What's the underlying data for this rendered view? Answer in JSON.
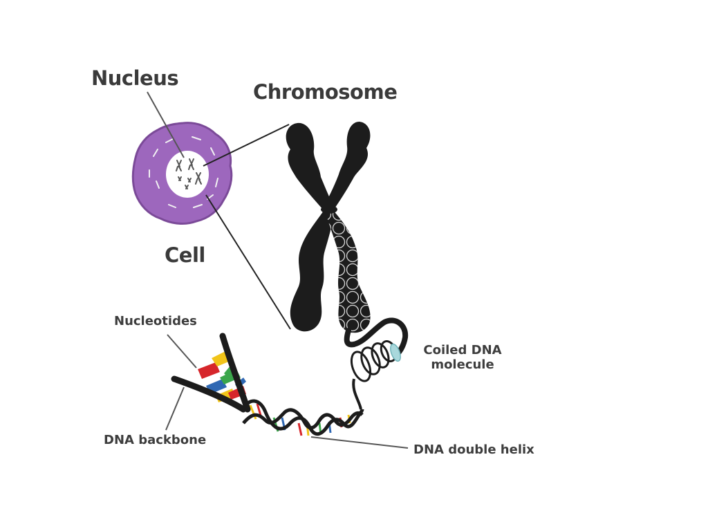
{
  "labels": {
    "nucleus": "Nucleus",
    "chromosome": "Chromosome",
    "cell": "Cell",
    "nucleotides": "Nucleotides",
    "coiled_line1": "Coiled DNA",
    "coiled_line2": "molecule",
    "backbone": "DNA backbone",
    "double_helix": "DNA double helix"
  },
  "colors": {
    "cell_purple": "#9d67bd",
    "cell_outline": "#7b4a98",
    "ink": "#1f1f1f",
    "label_text": "#3a3a3a",
    "leader_line": "#555555",
    "cyan_accent": "#a9d8dc",
    "base_red": "#d6262b",
    "base_yellow": "#f1c419",
    "base_green": "#3aa64a",
    "base_blue": "#2f68b3"
  }
}
